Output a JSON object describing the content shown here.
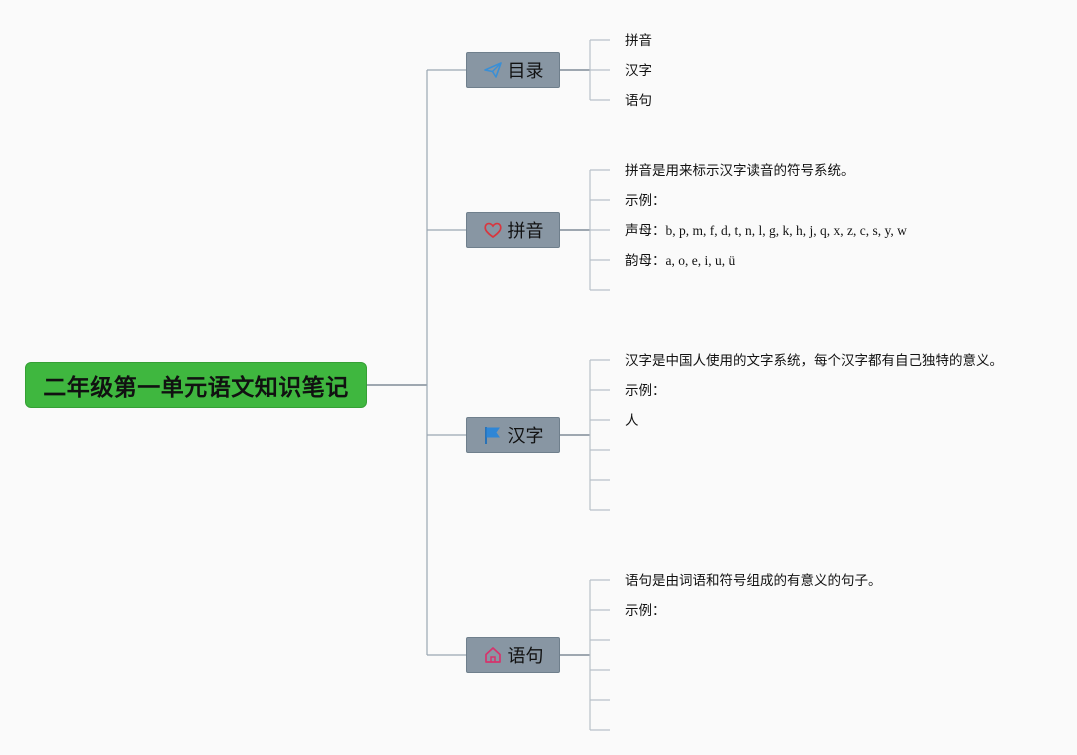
{
  "root": {
    "title": "二年级第一单元语文知识笔记"
  },
  "branches": [
    {
      "key": "toc",
      "label": "目录",
      "icon": "paper-plane-icon",
      "icon_color": "#3a8fd6",
      "leaves": [
        {
          "text": "拼音"
        },
        {
          "text": "汉字"
        },
        {
          "text": "语句"
        }
      ]
    },
    {
      "key": "pinyin",
      "label": "拼音",
      "icon": "heart-icon",
      "icon_color": "#d9363e",
      "leaves": [
        {
          "text": "拼音是用来标示汉字读音的符号系统。"
        },
        {
          "text": "示例："
        },
        {
          "prefix": "声母：",
          "text": "b, p, m, f, d, t, n, l, g, k, h, j, q, x, z, c, s, y, w"
        },
        {
          "prefix": "韵母：",
          "text": "a, o, e, i, u, ü"
        },
        {
          "text": ""
        }
      ]
    },
    {
      "key": "hanzi",
      "label": "汉字",
      "icon": "flag-icon",
      "icon_color": "#2f86d6",
      "leaves": [
        {
          "text": "汉字是中国人使用的文字系统，每个汉字都有自己独特的意义。"
        },
        {
          "text": "示例："
        },
        {
          "text": "人"
        },
        {
          "text": ""
        },
        {
          "text": ""
        },
        {
          "text": ""
        }
      ]
    },
    {
      "key": "sentence",
      "label": "语句",
      "icon": "home-icon",
      "icon_color": "#d6336c",
      "leaves": [
        {
          "text": "语句是由词语和符号组成的有意义的句子。"
        },
        {
          "text": "示例："
        },
        {
          "text": ""
        },
        {
          "text": ""
        },
        {
          "text": ""
        },
        {
          "text": ""
        }
      ]
    }
  ]
}
